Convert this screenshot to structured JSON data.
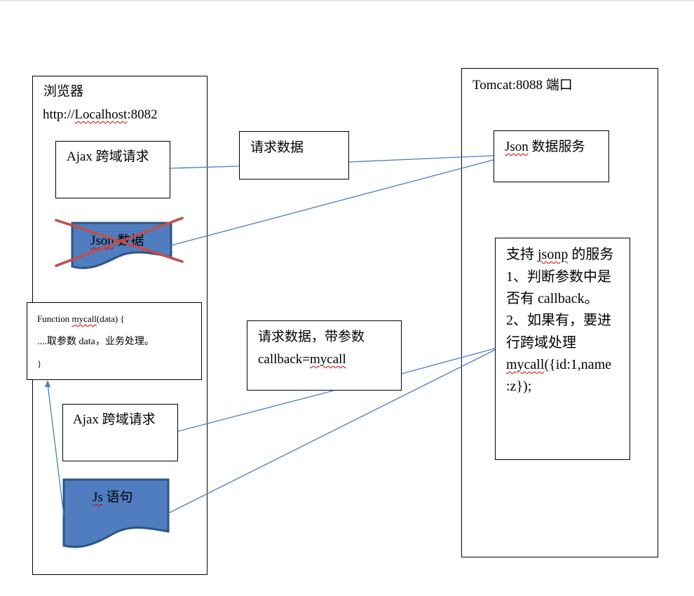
{
  "browser": {
    "title": "浏览器",
    "url_prefix": "http://",
    "url_host": "Localhost",
    "url_suffix": ":8082",
    "ajax_box1": "Ajax 跨域请求",
    "json_doc_a": "Json",
    "json_doc_b": " 数据",
    "function_box": {
      "line1_a": "Function ",
      "line1_b": "mycall",
      "line1_c": "(data) {",
      "line2": "....取参数 data，业务处理。",
      "line3": "}"
    },
    "ajax_box2": "Ajax 跨域请求",
    "js_doc_a": "Js",
    "js_doc_b": " 语句"
  },
  "middle": {
    "request_box1": "请求数据",
    "request_box2_line1": "请求数据，带参数",
    "request_box2_line2_a": "callback=",
    "request_box2_line2_b": "mycall"
  },
  "server": {
    "title": "Tomcat:8088 端口",
    "json_service_a": "Json",
    "json_service_b": " 数据服务",
    "jsonp_box": {
      "line1_a": "支持 ",
      "line1_b": "jsonp",
      "line1_c": " 的服务",
      "line2": "1、判断参数中是",
      "line3": "否有 callback。",
      "line4": "2、如果有，要进",
      "line5": "行跨域处理",
      "line6_a": "mycall",
      "line6_b": "({id:1,name",
      "line7": ":z});"
    }
  },
  "colors": {
    "connector": "#4a7fc0",
    "doc_fill": "#4f7dbf",
    "doc_stroke": "#2c5485",
    "cross": "#c0504d"
  }
}
